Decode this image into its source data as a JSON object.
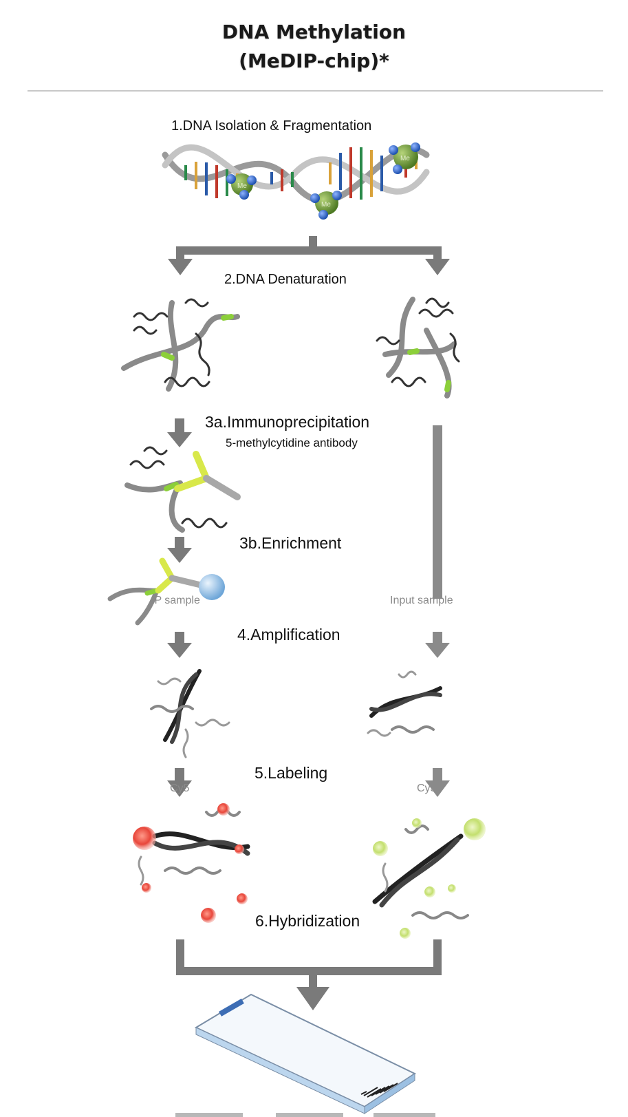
{
  "header": {
    "title_line1": "DNA Methylation",
    "title_line2": "(MeDIP-chip)*"
  },
  "steps": {
    "isolation": "1.DNA Isolation & Fragmentation",
    "denaturation": "2.DNA Denaturation",
    "immunoprecipitation": "3a.Immunoprecipitation",
    "antibody": "5-methylcytidine antibody",
    "enrichment": "3b.Enrichment",
    "amplification": "4.Amplification",
    "labeling": "5.Labeling",
    "hybridization": "6.Hybridization"
  },
  "samples": {
    "ip": "IP sample",
    "input": "Input sample"
  },
  "dyes": {
    "left": "Cy5",
    "right": "Cy3"
  },
  "methyl_marker": "Me",
  "colors": {
    "arrow": "#7a7a7a",
    "methyl_green": "#6f9a3a",
    "bead_blue": "#9cc6ea",
    "cy5_red": "#e8463a",
    "cy3_green": "#c9e37a",
    "antibody_yellow": "#d8e84a",
    "slide_blue": "#bcd6ee"
  }
}
